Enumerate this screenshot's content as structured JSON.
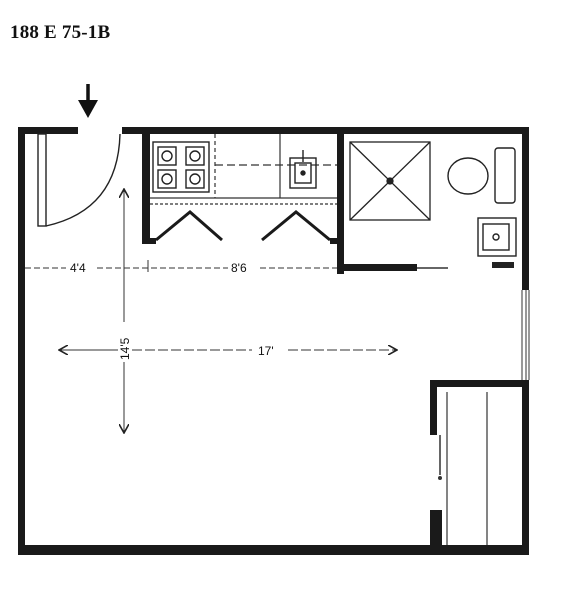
{
  "title": "188 E 75-1B",
  "dimensions": {
    "kitchen_left_width": "4'4",
    "kitchen_width": "8'6",
    "room_depth": "14'5",
    "room_width": "17'"
  },
  "colors": {
    "wall": "#1a1a1a",
    "line": "#333333",
    "background": "#ffffff"
  },
  "icons": {
    "entry": "entry-arrow-icon",
    "stove": "stove-icon",
    "sink": "sink-icon",
    "shower": "shower-icon",
    "toilet": "toilet-icon",
    "bath_sink": "bathroom-sink-icon"
  }
}
